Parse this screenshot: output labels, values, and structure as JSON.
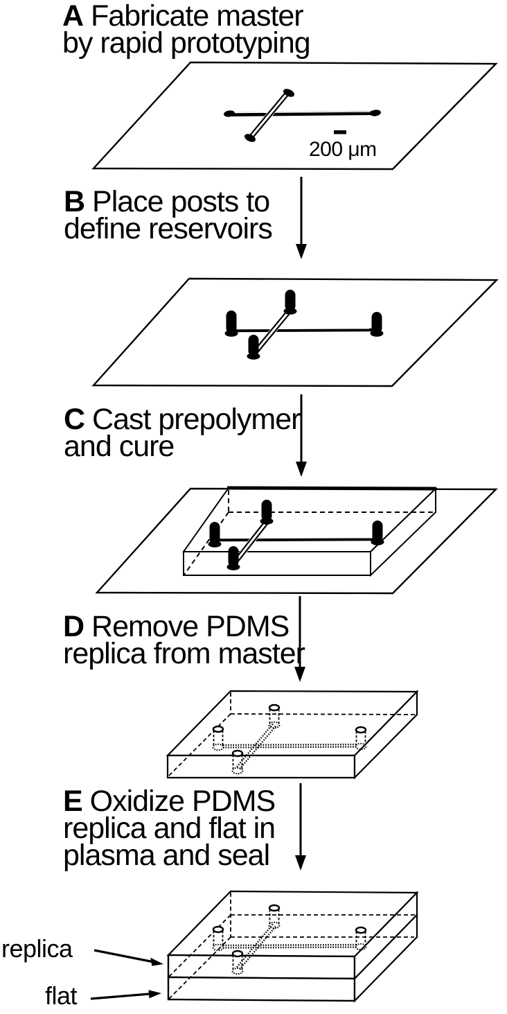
{
  "figure": {
    "background": "#ffffff",
    "ink": "#000000",
    "description": "Five-step soft lithography process diagram"
  },
  "steps": [
    {
      "letter": "A",
      "rest": "Fabricate master",
      "line2": "by rapid prototyping"
    },
    {
      "letter": "B",
      "rest": "Place posts to",
      "line2": "define reservoirs"
    },
    {
      "letter": "C",
      "rest": "Cast prepolymer",
      "line2": "and cure"
    },
    {
      "letter": "D",
      "rest": "Remove PDMS",
      "line2": "replica from master"
    },
    {
      "letter": "E",
      "rest": "Oxidize PDMS",
      "line2": "replica and flat in",
      "line3": "plasma and seal"
    }
  ],
  "scale_bar": {
    "label": "200 μm"
  },
  "labels": {
    "replica": "replica",
    "flat": "flat"
  }
}
